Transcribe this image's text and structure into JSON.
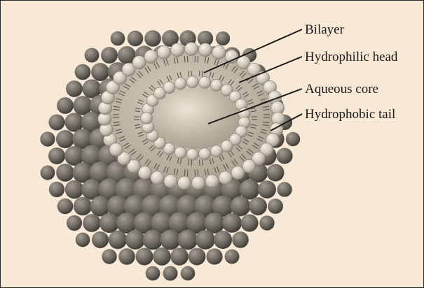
{
  "diagram": {
    "labels": {
      "bilayer": "Bilayer",
      "hydrophilic_head": "Hydrophilic head",
      "aqueous_core": "Aqueous core",
      "hydrophobic_tail": "Hydrophobic tail"
    },
    "colors": {
      "background": "#f8e9d6",
      "outer_sphere": "#6f6a62",
      "inner_head": "#d9d1c4",
      "core": "#b7ad9e",
      "tail": "#5a5550",
      "leader": "#1a1a1a"
    }
  }
}
